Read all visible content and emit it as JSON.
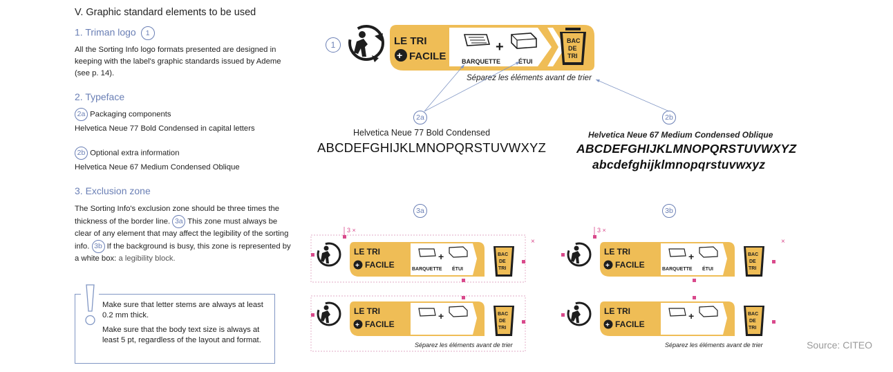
{
  "doc": {
    "title": "V. Graphic standard elements to be used",
    "sec1": {
      "heading": "1. Triman logo",
      "badge": "1",
      "body": "All the Sorting Info logo formats presented are designed in keeping with the label's graphic standards issued by Ademe (see p. 14)."
    },
    "sec2": {
      "heading": "2. Typeface",
      "items": [
        {
          "badge": "2a",
          "label": "Packaging components",
          "font": "Helvetica Neue 77 Bold Condensed in capital letters"
        },
        {
          "badge": "2b",
          "label": "Optional extra information",
          "font": "Helvetica Neue 67 Medium Condensed Oblique"
        }
      ]
    },
    "sec3": {
      "heading": "3. Exclusion zone",
      "p1": "The Sorting Info's exclusion zone should be three times the thickness of the border line.",
      "badge_a": "3a",
      "p2": "This zone must always be clear of any element that may affect the legibility of the sorting info.",
      "badge_b": "3b",
      "p3": "If the background is busy, this zone is represented by a white box:",
      "p3_tail": "a legibility block."
    },
    "warning": {
      "line1": "Make sure that letter stems are always at least 0.2 mm thick.",
      "line2": "Make sure that the body text size is always at least 5 pt, regardless of the layout and format."
    },
    "source": "Source: CITEO"
  },
  "figure": {
    "badge1": "1",
    "badge2a": "2a",
    "badge2b": "2b",
    "badge3a": "3a",
    "badge3b": "3b",
    "logo": {
      "line1": "LE TRI",
      "plus": "+",
      "line2": "FACILE",
      "item1": "BARQUETTE",
      "item2": "ÉTUI",
      "bin": [
        "BAC",
        "DE",
        "TRI"
      ],
      "note": "Séparez les éléments avant de trier"
    },
    "font_a": {
      "name": "Helvetica Neue 77 Bold Condensed",
      "sample": "ABCDEFGHIJKLMNOPQRSTUVWXYZ"
    },
    "font_b": {
      "name": "Helvetica Neue 67 Medium Condensed Oblique",
      "upper": "ABCDEFGHIJKLMNOPQRSTUVWXYZ",
      "lower": "abcdefghijklmnopqrstuvwxyz"
    },
    "dim_label": "3 ×",
    "cross_label": "×",
    "colors": {
      "accent": "#efbd56",
      "blue": "#6a7fb5",
      "pink": "#d94a8c",
      "dark": "#1e1e1e"
    }
  }
}
